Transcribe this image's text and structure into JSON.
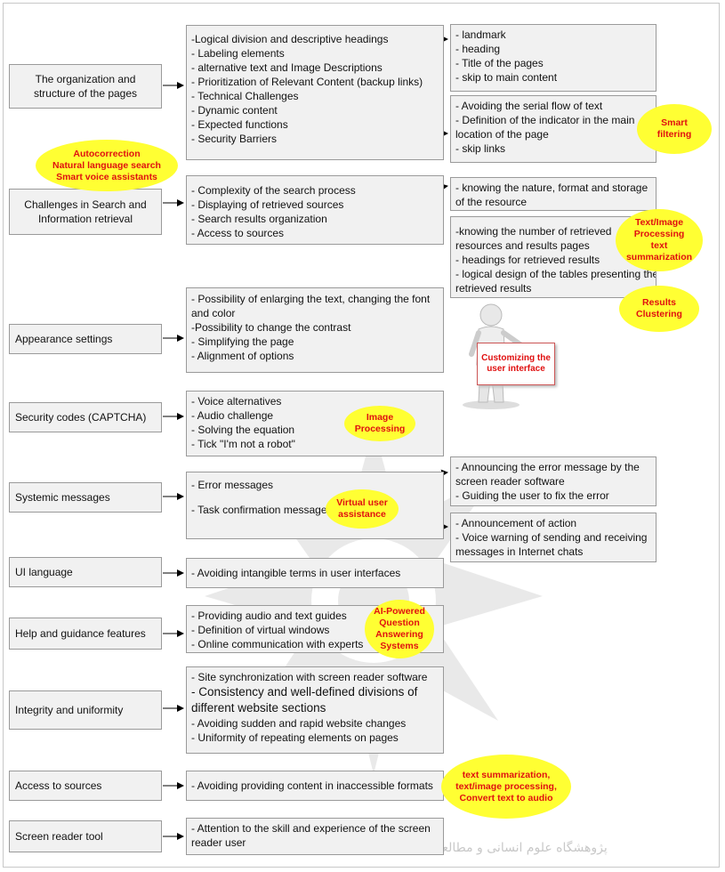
{
  "categories": [
    "The organization and structure of the pages",
    "Challenges in Search and Information retrieval",
    "Appearance settings",
    "Security codes (CAPTCHA)",
    "Systemic messages",
    "UI language",
    "Help and guidance features",
    "Integrity and uniformity",
    "Access to sources",
    "Screen reader tool"
  ],
  "items": {
    "organization": [
      "-Logical division and descriptive headings",
      "- Labeling elements",
      "- alternative text and Image Descriptions",
      "- Prioritization of Relevant Content (backup links)",
      "- Technical Challenges",
      "- Dynamic content",
      "- Expected functions",
      "- Security Barriers"
    ],
    "search": [
      "- Complexity of the search process",
      "- Displaying of retrieved sources",
      "- Search results organization",
      "- Access to sources"
    ],
    "appearance": [
      "- Possibility of enlarging the text, changing the font",
      "and color",
      "-Possibility to change the contrast",
      "- Simplifying the page",
      "- Alignment of options"
    ],
    "captcha": [
      "- Voice alternatives",
      "- Audio challenge",
      "- Solving the equation",
      "- Tick \"I'm not a robot\""
    ],
    "messages": [
      "- Error messages",
      "- Task confirmation messages"
    ],
    "ui_language": [
      "- Avoiding intangible terms in user interfaces"
    ],
    "help": [
      "- Providing audio and text guides",
      "- Definition of virtual windows",
      "- Online communication with experts"
    ],
    "integrity": [
      "- Site synchronization with screen reader software",
      "- Consistency and well-defined divisions of",
      "different website sections",
      "- Avoiding sudden and rapid website changes",
      "- Uniformity of repeating elements on pages"
    ],
    "access": [
      "- Avoiding providing content in inaccessible formats"
    ],
    "screen_reader": [
      "- Attention to the skill and experience of the screen",
      "reader user"
    ]
  },
  "details": {
    "landmarks": [
      "- landmark",
      "- heading",
      "- Title of the pages",
      "- skip to main content"
    ],
    "serial_flow": [
      "- Avoiding the serial flow of text",
      "- Definition of the indicator in the main",
      "location of the page",
      "- skip links"
    ],
    "resource_nature": [
      "- knowing the nature, format and storage",
      "of the resource"
    ],
    "retrieved_results": [
      "-knowing the number of retrieved",
      "resources and results pages",
      "- headings for retrieved results",
      "- logical design of the tables presenting the",
      "retrieved results"
    ],
    "error_announce": [
      "- Announcing the error message by the",
      "screen reader software",
      "- Guiding the user to fix the error"
    ],
    "action_announce": [
      "- Announcement of action",
      "- Voice warning of sending and receiving",
      "messages in Internet chats"
    ]
  },
  "ai_labels": {
    "autocorrection": [
      "Autocorrection",
      "Natural language search",
      "Smart voice assistants"
    ],
    "smart_filtering": [
      "Smart",
      "filtering"
    ],
    "text_image": [
      "Text/Image",
      "Processing",
      "text",
      "summarization"
    ],
    "results_clustering": [
      "Results",
      "Clustering"
    ],
    "customizing": [
      "Customizing the",
      "user interface"
    ],
    "image_processing": [
      "Image",
      "Processing"
    ],
    "virtual_user": [
      "Virtual user",
      "assistance"
    ],
    "ai_question": [
      "AI-Powered",
      "Question",
      "Answering",
      "Systems"
    ],
    "text_summarization": [
      "text summarization,",
      "text/image processing,",
      "Convert text to audio"
    ]
  },
  "watermark_text": "پژوهشگاه علوم انسانی و مطالعات فرهنگی",
  "colors": {
    "box_fill": "#f1f1f1",
    "box_border": "#9a9a9a",
    "ellipse_fill": "#ffff33",
    "ellipse_text": "#e01010"
  }
}
